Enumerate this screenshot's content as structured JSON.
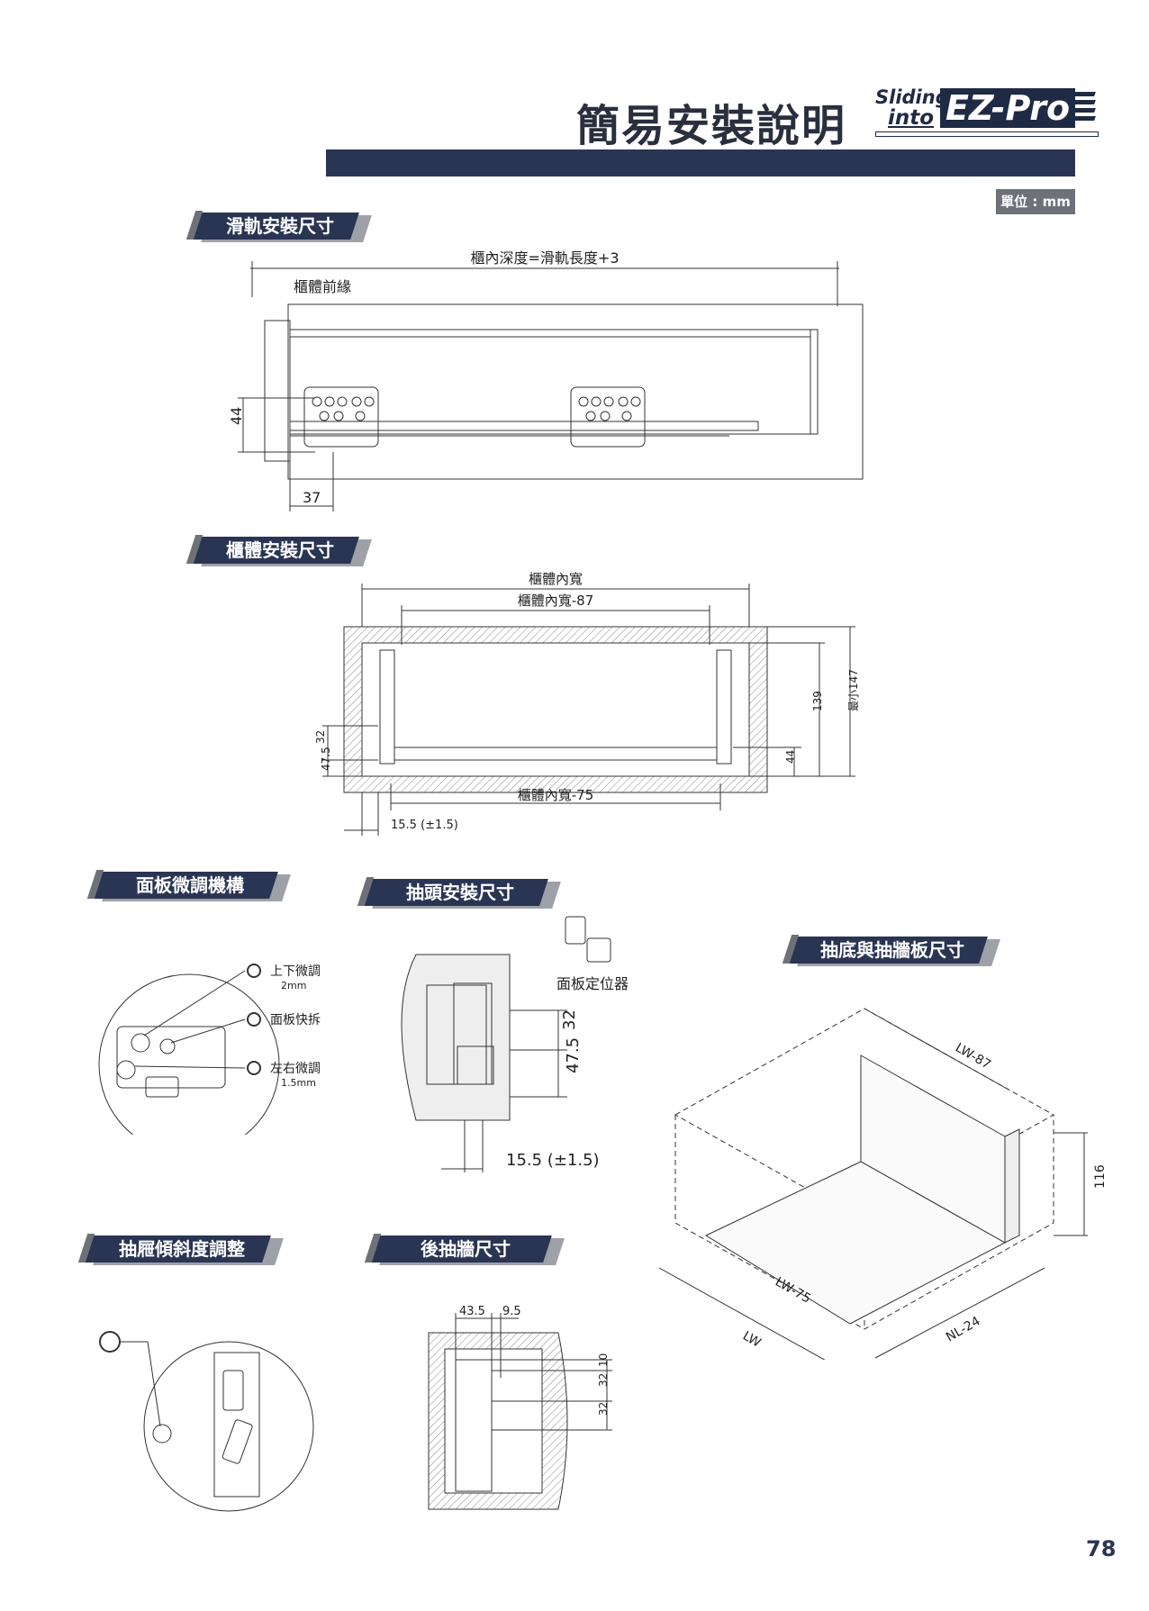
{
  "header": {
    "title": "簡易安裝說明",
    "logo_sliding": "Sliding",
    "logo_into": "into",
    "logo_ez": "EZ-Pro",
    "unit": "單位 : mm"
  },
  "sections": {
    "rail": "滑軌安裝尺寸",
    "cabinet": "櫃體安裝尺寸",
    "panel_adjust": "面板微調機構",
    "front": "抽頭安裝尺寸",
    "bottom": "抽底與抽牆板尺寸",
    "tilt": "抽屜傾斜度調整",
    "back": "後抽牆尺寸"
  },
  "rail_diagram": {
    "depth_label": "櫃內深度=滑軌長度+3",
    "front_edge": "櫃體前緣",
    "dim_44": "44",
    "dim_37": "37"
  },
  "cabinet_diagram": {
    "inner_width": "櫃體內寬",
    "inner_width_87": "櫃體內寬-87",
    "inner_width_75": "櫃體內寬-75",
    "dim_15_5": "15.5 (±1.5)",
    "dim_32": "32",
    "dim_47_5": "47.5",
    "dim_44": "44",
    "dim_139": "139",
    "dim_min147": "最小147"
  },
  "panel_adjust_diagram": {
    "up_down": "上下微調",
    "up_down_mm": "2mm",
    "quick_release": "面板快拆",
    "left_right": "左右微調",
    "left_right_mm": "1.5mm"
  },
  "front_diagram": {
    "locator": "面板定位器",
    "dim_32": "32",
    "dim_47_5": "47.5",
    "dim_15_5": "15.5 (±1.5)"
  },
  "bottom_diagram": {
    "lw87": "LW-87",
    "lw75": "LW-75",
    "lw": "LW",
    "nl24": "NL-24",
    "h116": "116"
  },
  "back_diagram": {
    "dim_43_5": "43.5",
    "dim_9_5": "9.5",
    "dim_10": "10",
    "dim_32a": "32",
    "dim_32b": "32"
  },
  "page_number": "78"
}
